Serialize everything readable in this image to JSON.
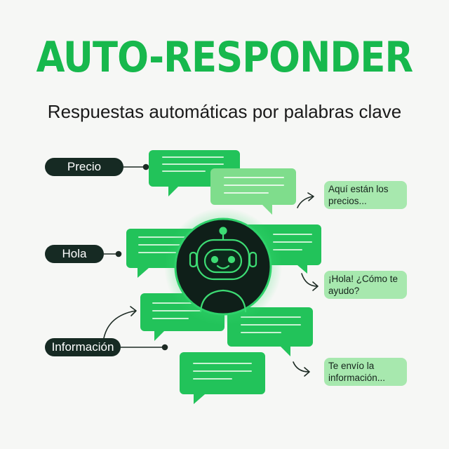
{
  "header": {
    "title": "AUTO-RESPONDER",
    "subtitle": "Respuestas automáticas por palabras clave"
  },
  "keywords": [
    {
      "label": "Precio",
      "reply": "Aquí están los precios..."
    },
    {
      "label": "Hola",
      "reply": "¡Hola! ¿Cómo te ayudo?"
    },
    {
      "label": "Información",
      "reply": "Te envío la información..."
    }
  ],
  "colors": {
    "title": "#17b84d",
    "bubble_dark": "#22c35a",
    "bubble_light": "#7fdd8c",
    "reply_bubble": "#a7e8ae",
    "pill": "#162a23",
    "robot_bg": "#0f1f19",
    "robot_glow": "#3ddc74"
  },
  "icons": {
    "center": "robot-icon",
    "connector": "arrow-icon"
  }
}
